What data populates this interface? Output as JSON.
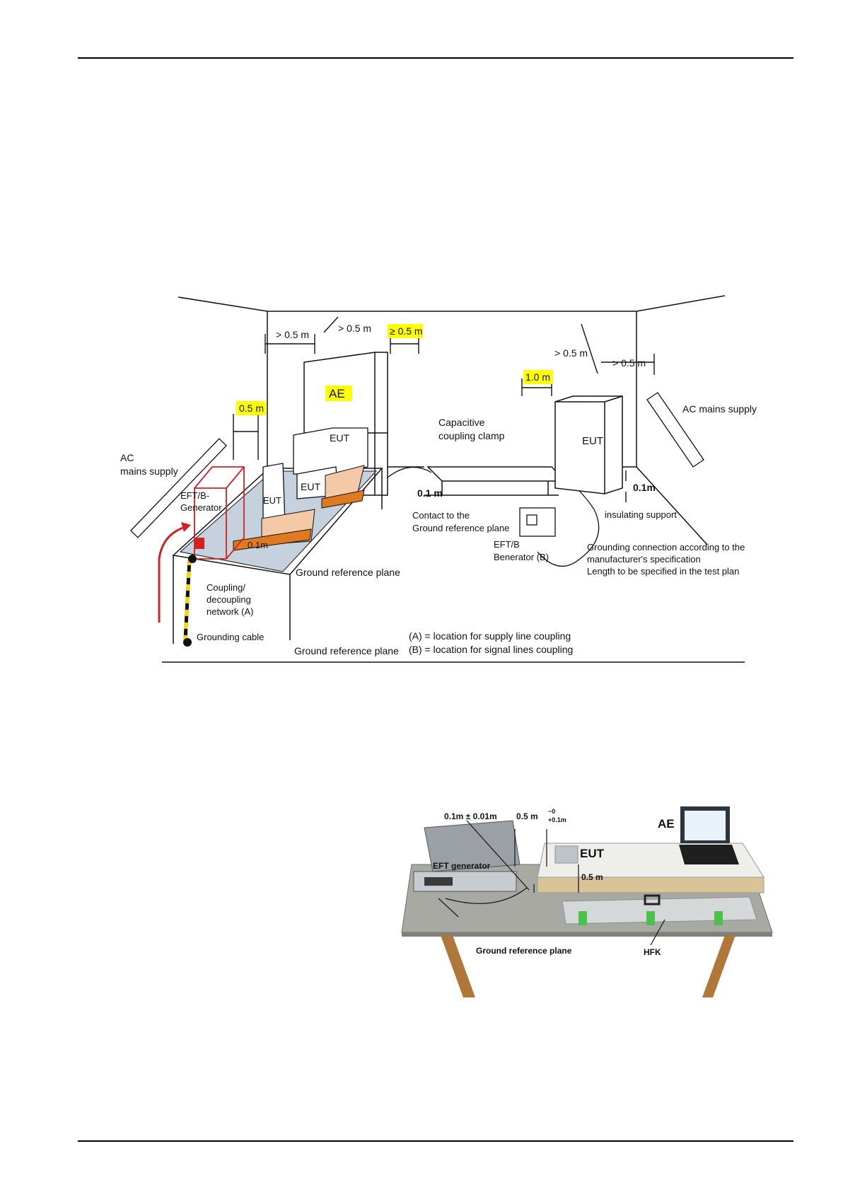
{
  "figure1": {
    "labels": {
      "dist_ae_left": "> 0.5 m",
      "dist_ae_top": "> 0.5 m",
      "dist_ae_right": "≥ 0.5 m",
      "dist_clamp_eut": "1.0 m",
      "dist_eut_top": "> 0.5 m",
      "dist_eut_right": "> 0.5 m",
      "dist_gen": "0.5 m",
      "ae": "AE",
      "eut_top": "EUT",
      "eut_mid": "EUT",
      "eut_side": "EUT",
      "eut_right": "EUT",
      "ac_left_1": "AC",
      "ac_left_2": "mains supply",
      "ac_right": "AC mains supply",
      "generator_1": "EFT/B-",
      "generator_2": "Generator",
      "clamp_1": "Capacitive",
      "clamp_2": "coupling clamp",
      "clamp_height": "0.1 m",
      "contact_1": "Contact to the",
      "contact_2": "Ground reference plane",
      "gen_b_1": "EFT/B",
      "gen_b_2": "Benerator (B)",
      "height_table": "0.1m",
      "height_right": "0.1m",
      "insulating": "insulating support",
      "grounding_conn_1": "Grounding connection according to the",
      "grounding_conn_2": "manufacturer's specification",
      "grounding_conn_3": "Length to be specified in the test plan",
      "grp_table": "Ground reference plane",
      "grp_floor": "Ground reference plane",
      "cdn_1": "Coupling/",
      "cdn_2": "decoupling",
      "cdn_3": "network (A)",
      "grounding_cable": "Grounding cable",
      "legend_a": "(A) = location for supply line coupling",
      "legend_b": "(B) = location for signal lines coupling"
    }
  },
  "figure2": {
    "labels": {
      "tolerance": "0.1m ± 0.01m",
      "distance": "0.5 m",
      "distance_tol_top": "−0",
      "distance_tol_bottom": "+0.1m",
      "ae": "AE",
      "eut": "EUT",
      "eut_height": "0.5 m",
      "generator": "EFT generator",
      "grp": "Ground reference plane",
      "hfk": "HFK"
    }
  },
  "colors": {
    "highlight": "#ffff00",
    "generator_red": "#d42020",
    "orange_support": "#e07a20",
    "peach_support": "#f4c9a8",
    "table_wood": "#b07838",
    "table_top": "#a9a9a4",
    "ground_blue": "#c5d2de",
    "clamp_green": "#4cc24c"
  }
}
